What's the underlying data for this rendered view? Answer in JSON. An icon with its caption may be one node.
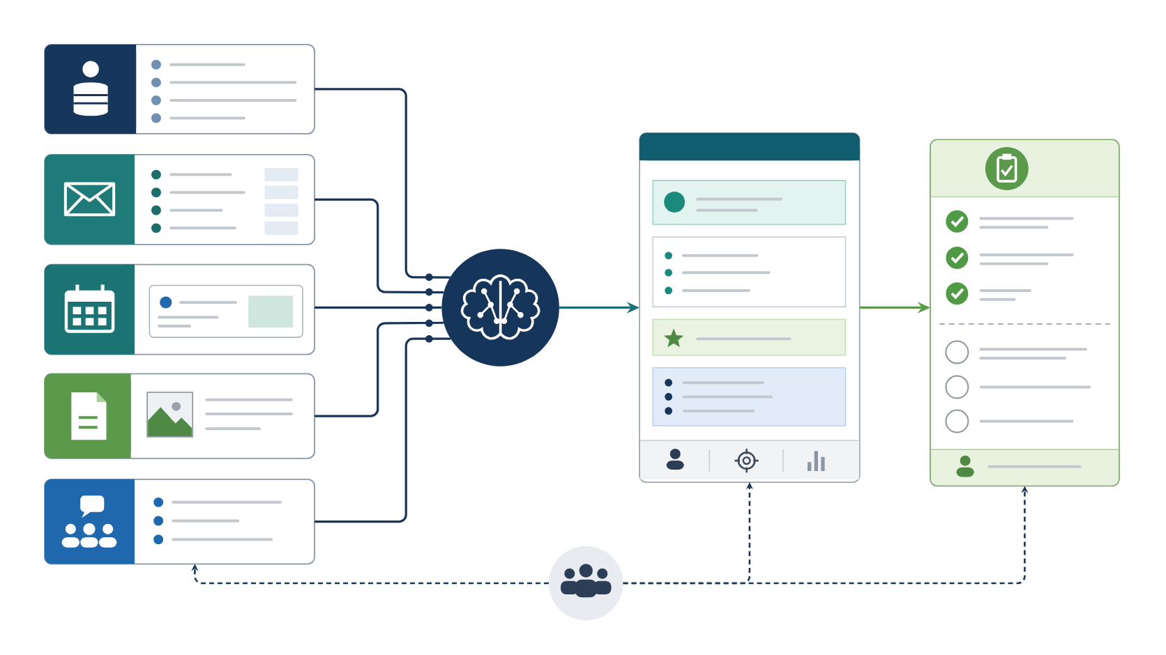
{
  "diagram": {
    "nodes": [
      {
        "text": [],
        "shape": "box"
      },
      {
        "text": [],
        "shape": "box"
      },
      {
        "text": [],
        "shape": "box"
      },
      {
        "text": [],
        "shape": "box"
      },
      {
        "text": [],
        "shape": "box"
      },
      {
        "text": [],
        "shape": "circle"
      },
      {
        "text": [],
        "shape": "box"
      },
      {
        "text": [],
        "shape": "box"
      },
      {
        "text": [],
        "shape": "circle"
      }
    ],
    "edges": [
      {
        "from": 0,
        "to": 5,
        "arrow": "none"
      },
      {
        "from": 1,
        "to": 5,
        "arrow": "none"
      },
      {
        "from": 2,
        "to": 5,
        "arrow": "none"
      },
      {
        "from": 3,
        "to": 5,
        "arrow": "none"
      },
      {
        "from": 4,
        "to": 5,
        "arrow": "none"
      },
      {
        "from": 5,
        "to": 6,
        "arrow": "to",
        "color": "#1b6f7a"
      },
      {
        "from": 6,
        "to": 7,
        "arrow": "to",
        "color": "#5a9a4a"
      },
      {
        "from": 8,
        "to": 4,
        "arrow": "to",
        "style": "dashed"
      },
      {
        "from": 8,
        "to": 6,
        "arrow": "to",
        "style": "dashed"
      },
      {
        "from": 8,
        "to": 7,
        "arrow": "to",
        "style": "dashed"
      }
    ]
  }
}
